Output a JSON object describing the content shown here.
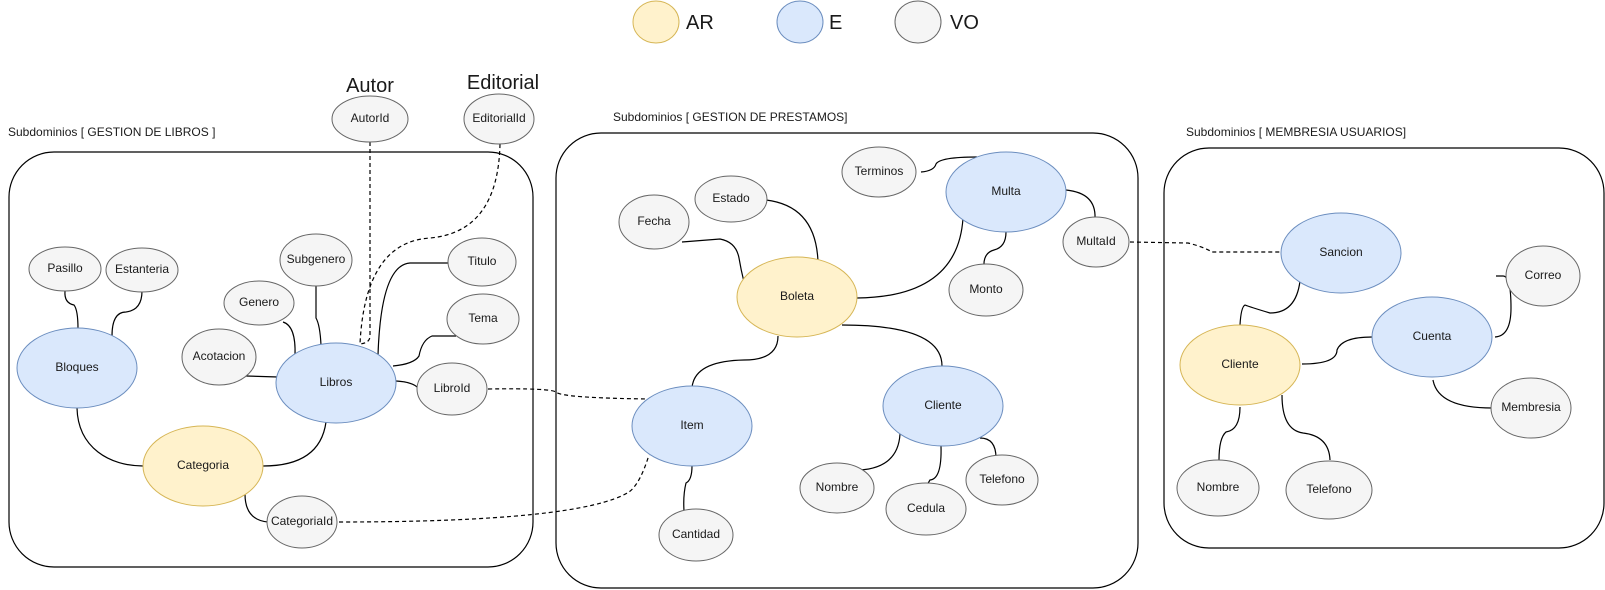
{
  "colors": {
    "AR": {
      "fill": "#fff2cc",
      "stroke": "#d6b656"
    },
    "E": {
      "fill": "#dae8fc",
      "stroke": "#6c8ebf"
    },
    "VO": {
      "fill": "#f5f5f5",
      "stroke": "#666666"
    }
  },
  "legend": [
    {
      "type": "AR",
      "label": "AR"
    },
    {
      "type": "E",
      "label": "E"
    },
    {
      "type": "VO",
      "label": "VO"
    }
  ],
  "subdomains": {
    "libros": "Subdominios [ GESTION DE LIBROS ]",
    "prestamos": "Subdominios [ GESTION DE PRESTAMOS]",
    "membresia": "Subdominios [ MEMBRESIA USUARIOS]"
  },
  "external": {
    "autor": "Autor",
    "editorial": "Editorial"
  },
  "nodes": {
    "pasillo": {
      "label": "Pasillo",
      "type": "VO"
    },
    "estanteria": {
      "label": "Estanteria",
      "type": "VO"
    },
    "bloques": {
      "label": "Bloques",
      "type": "E"
    },
    "categoria": {
      "label": "Categoria",
      "type": "AR"
    },
    "categoriaid": {
      "label": "CategoriaId",
      "type": "VO"
    },
    "acotacion": {
      "label": "Acotacion",
      "type": "VO"
    },
    "genero": {
      "label": "Genero",
      "type": "VO"
    },
    "subgenero": {
      "label": "Subgenero",
      "type": "VO"
    },
    "libros": {
      "label": "Libros",
      "type": "E"
    },
    "titulo": {
      "label": "Titulo",
      "type": "VO"
    },
    "tema": {
      "label": "Tema",
      "type": "VO"
    },
    "libroid": {
      "label": "LibroId",
      "type": "VO"
    },
    "autorid": {
      "label": "AutorId",
      "type": "VO"
    },
    "editorialid": {
      "label": "EditorialId",
      "type": "VO"
    },
    "fecha": {
      "label": "Fecha",
      "type": "VO"
    },
    "estado": {
      "label": "Estado",
      "type": "VO"
    },
    "boleta": {
      "label": "Boleta",
      "type": "AR"
    },
    "terminos": {
      "label": "Terminos",
      "type": "VO"
    },
    "multa": {
      "label": "Multa",
      "type": "E"
    },
    "multaid": {
      "label": "MultaId",
      "type": "VO"
    },
    "monto": {
      "label": "Monto",
      "type": "VO"
    },
    "item": {
      "label": "Item",
      "type": "E"
    },
    "cantidad": {
      "label": "Cantidad",
      "type": "VO"
    },
    "cliente_p": {
      "label": "Cliente",
      "type": "E"
    },
    "nombre_p": {
      "label": "Nombre",
      "type": "VO"
    },
    "cedula": {
      "label": "Cedula",
      "type": "VO"
    },
    "telefono_p": {
      "label": "Telefono",
      "type": "VO"
    },
    "sancion": {
      "label": "Sancion",
      "type": "E"
    },
    "cliente_m": {
      "label": "Cliente",
      "type": "AR"
    },
    "cuenta": {
      "label": "Cuenta",
      "type": "E"
    },
    "correo": {
      "label": "Correo",
      "type": "VO"
    },
    "membresia": {
      "label": "Membresia",
      "type": "VO"
    },
    "nombre_m": {
      "label": "Nombre",
      "type": "VO"
    },
    "telefono_m": {
      "label": "Telefono",
      "type": "VO"
    }
  }
}
